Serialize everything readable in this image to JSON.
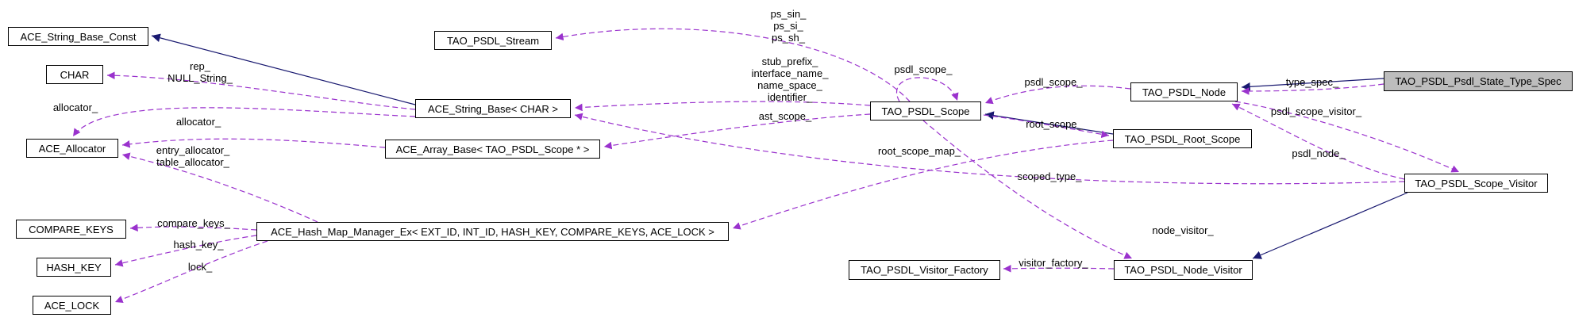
{
  "diagram": {
    "type": "doxygen-collaboration-graph",
    "colors": {
      "inheritance_edge": "#191970",
      "usage_edge": "#9a32cd",
      "node_fill": "#ffffff",
      "node_border": "#000000",
      "highlighted_node_fill": "#bdbdbd",
      "background": "#ffffff",
      "text": "#000000"
    },
    "nodes": [
      {
        "id": "ace_string_base_const",
        "label": "ACE_String_Base_Const",
        "highlighted": false
      },
      {
        "id": "char",
        "label": "CHAR",
        "highlighted": false
      },
      {
        "id": "ace_allocator",
        "label": "ACE_Allocator",
        "highlighted": false
      },
      {
        "id": "compare_keys",
        "label": "COMPARE_KEYS",
        "highlighted": false
      },
      {
        "id": "hash_key",
        "label": "HASH_KEY",
        "highlighted": false
      },
      {
        "id": "ace_lock",
        "label": "ACE_LOCK",
        "highlighted": false
      },
      {
        "id": "tao_psdl_stream",
        "label": "TAO_PSDL_Stream",
        "highlighted": false
      },
      {
        "id": "ace_string_base_char",
        "label": "ACE_String_Base< CHAR >",
        "highlighted": false
      },
      {
        "id": "ace_array_base",
        "label": "ACE_Array_Base< TAO_PSDL_Scope * >",
        "highlighted": false
      },
      {
        "id": "ace_hash_map",
        "label": "ACE_Hash_Map_Manager_Ex< EXT_ID, INT_ID, HASH_KEY, COMPARE_KEYS, ACE_LOCK >",
        "highlighted": false
      },
      {
        "id": "tao_psdl_scope",
        "label": "TAO_PSDL_Scope",
        "highlighted": false
      },
      {
        "id": "tao_psdl_node",
        "label": "TAO_PSDL_Node",
        "highlighted": false
      },
      {
        "id": "tao_psdl_root_scope",
        "label": "TAO_PSDL_Root_Scope",
        "highlighted": false
      },
      {
        "id": "tao_psdl_psdl_state_type_spec",
        "label": "TAO_PSDL_Psdl_State_Type_Spec",
        "highlighted": true
      },
      {
        "id": "tao_psdl_scope_visitor",
        "label": "TAO_PSDL_Scope_Visitor",
        "highlighted": false
      },
      {
        "id": "tao_psdl_visitor_factory",
        "label": "TAO_PSDL_Visitor_Factory",
        "highlighted": false
      },
      {
        "id": "tao_psdl_node_visitor",
        "label": "TAO_PSDL_Node_Visitor",
        "highlighted": false
      }
    ],
    "edges": [
      {
        "id": "inherit_string_base",
        "kind": "inheritance",
        "from": "ace_string_base_char",
        "to": "ace_string_base_const",
        "label_lines": []
      },
      {
        "id": "inherit_root_scope",
        "kind": "inheritance",
        "from": "tao_psdl_root_scope",
        "to": "tao_psdl_scope",
        "label_lines": []
      },
      {
        "id": "inherit_state_type_spec",
        "kind": "inheritance",
        "from": "tao_psdl_psdl_state_type_spec",
        "to": "tao_psdl_node",
        "label_lines": []
      },
      {
        "id": "inherit_scope_visitor",
        "kind": "inheritance",
        "from": "tao_psdl_scope_visitor",
        "to": "tao_psdl_node_visitor",
        "label_lines": []
      },
      {
        "id": "rep",
        "kind": "usage",
        "from": "ace_string_base_char",
        "to": "char",
        "label_lines": [
          "rep_",
          "NULL_String_"
        ]
      },
      {
        "id": "allocator_string",
        "kind": "usage",
        "from": "ace_string_base_char",
        "to": "ace_allocator",
        "label_lines": [
          "allocator_"
        ]
      },
      {
        "id": "allocator_array",
        "kind": "usage",
        "from": "ace_array_base",
        "to": "ace_allocator",
        "label_lines": [
          "allocator_"
        ]
      },
      {
        "id": "entry_table_allocator",
        "kind": "usage",
        "from": "ace_hash_map",
        "to": "ace_allocator",
        "label_lines": [
          "entry_allocator_",
          "table_allocator_"
        ]
      },
      {
        "id": "compare_keys",
        "kind": "usage",
        "from": "ace_hash_map",
        "to": "compare_keys",
        "label_lines": [
          "compare_keys_"
        ]
      },
      {
        "id": "hash_key",
        "kind": "usage",
        "from": "ace_hash_map",
        "to": "hash_key",
        "label_lines": [
          "hash_key_"
        ]
      },
      {
        "id": "lock",
        "kind": "usage",
        "from": "ace_hash_map",
        "to": "ace_lock",
        "label_lines": [
          "lock_"
        ]
      },
      {
        "id": "ps_streams",
        "kind": "usage",
        "from": "tao_psdl_scope",
        "to": "tao_psdl_stream",
        "label_lines": [
          "ps_sin_",
          "ps_si_",
          "ps_sh_"
        ]
      },
      {
        "id": "string_members",
        "kind": "usage",
        "from": "tao_psdl_scope",
        "to": "ace_string_base_char",
        "label_lines": [
          "stub_prefix_",
          "interface_name_",
          "name_space_",
          "identifier_"
        ]
      },
      {
        "id": "ast_scope",
        "kind": "usage",
        "from": "tao_psdl_scope",
        "to": "ace_array_base",
        "label_lines": [
          "ast_scope_"
        ]
      },
      {
        "id": "psdl_scope_self",
        "kind": "usage",
        "from": "tao_psdl_scope",
        "to": "tao_psdl_scope",
        "label_lines": [
          "psdl_scope_"
        ]
      },
      {
        "id": "psdl_scope",
        "kind": "usage",
        "from": "tao_psdl_node",
        "to": "tao_psdl_scope",
        "label_lines": [
          "psdl_scope_"
        ]
      },
      {
        "id": "root_scope",
        "kind": "usage",
        "from": "tao_psdl_scope",
        "to": "tao_psdl_root_scope",
        "label_lines": [
          "root_scope_"
        ]
      },
      {
        "id": "root_scope_map",
        "kind": "usage",
        "from": "tao_psdl_root_scope",
        "to": "ace_hash_map",
        "label_lines": [
          "root_scope_map_"
        ]
      },
      {
        "id": "scoped_type",
        "kind": "usage",
        "from": "tao_psdl_scope_visitor",
        "to": "ace_string_base_char",
        "label_lines": [
          "scoped_type_"
        ]
      },
      {
        "id": "type_spec",
        "kind": "usage",
        "from": "tao_psdl_psdl_state_type_spec",
        "to": "tao_psdl_node",
        "label_lines": [
          "type_spec_"
        ]
      },
      {
        "id": "psdl_scope_visitor",
        "kind": "usage",
        "from": "tao_psdl_node",
        "to": "tao_psdl_scope_visitor",
        "label_lines": [
          "psdl_scope_visitor_"
        ]
      },
      {
        "id": "psdl_node",
        "kind": "usage",
        "from": "tao_psdl_scope_visitor",
        "to": "tao_psdl_node",
        "label_lines": [
          "psdl_node_"
        ]
      },
      {
        "id": "node_visitor",
        "kind": "usage",
        "from": "tao_psdl_scope",
        "to": "tao_psdl_node_visitor",
        "label_lines": [
          "node_visitor_"
        ]
      },
      {
        "id": "visitor_factory",
        "kind": "usage",
        "from": "tao_psdl_node_visitor",
        "to": "tao_psdl_visitor_factory",
        "label_lines": [
          "visitor_factory_"
        ]
      }
    ]
  }
}
